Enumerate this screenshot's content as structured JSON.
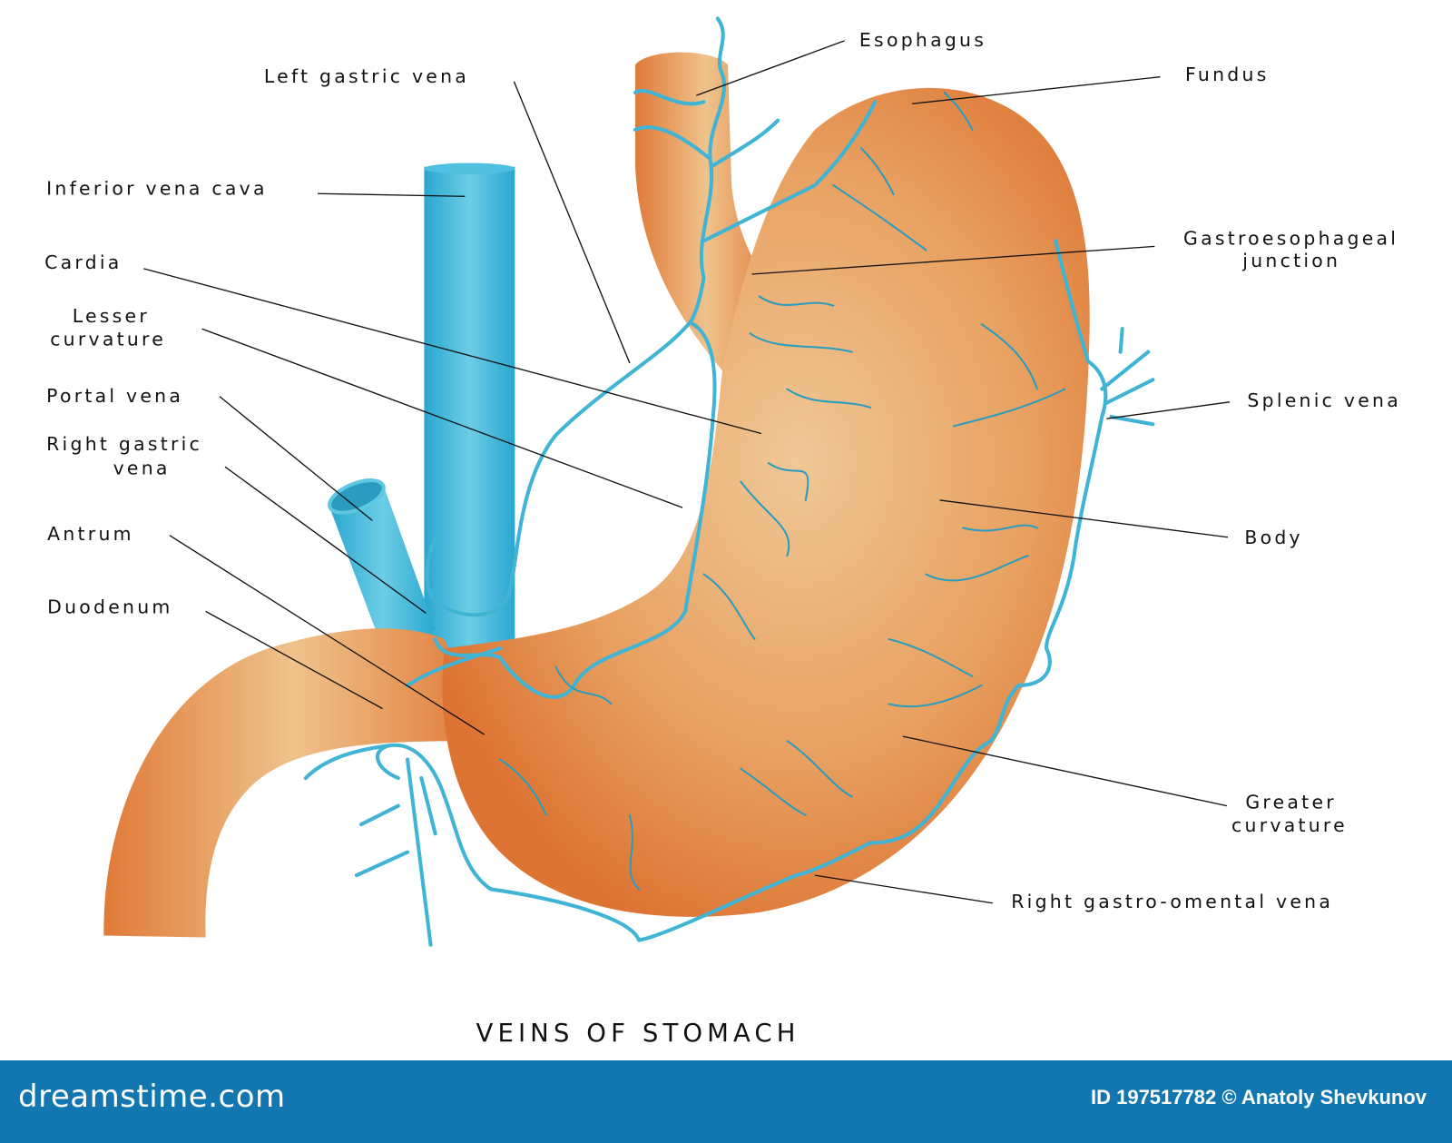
{
  "title": "VEINS OF STOMACH",
  "labels": {
    "esophagus": "Esophagus",
    "left_gastric_vena": "Left gastric vena",
    "fundus": "Fundus",
    "inferior_vena_cava": "Inferior vena cava",
    "cardia": "Cardia",
    "gastroesophageal_1": "Gastroesophageal",
    "gastroesophageal_2": "junction",
    "lesser_1": "Lesser",
    "lesser_2": "curvature",
    "portal_vena": "Portal vena",
    "splenic_vena": "Splenic vena",
    "right_gastric_1": "Right gastric",
    "right_gastric_2": "vena",
    "antrum": "Antrum",
    "body": "Body",
    "duodenum": "Duodenum",
    "greater_1": "Greater",
    "greater_2": "curvature",
    "right_gastro_omental": "Right gastro-omental vena"
  },
  "footer": {
    "logo": "dreamstime.com",
    "credit": "ID 197517782 © Anatoly Shevkunov"
  },
  "colors": {
    "organ": "#e07a38",
    "vein": "#3fb4d4",
    "footer": "#1277b0"
  }
}
